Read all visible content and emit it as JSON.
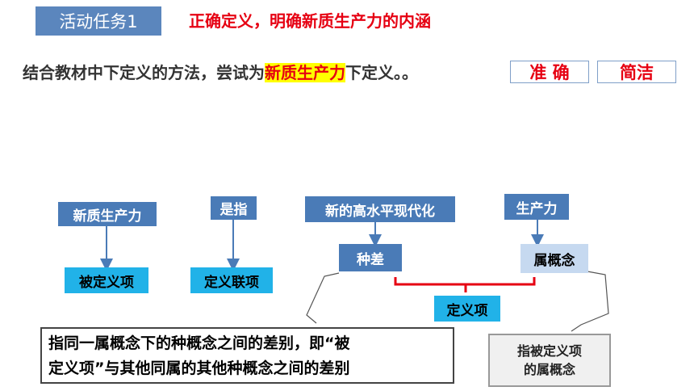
{
  "header": {
    "task_label": "活动任务1",
    "title": "正确定义，明确新质生产力的内涵"
  },
  "intro": {
    "before": "结合教材中下定义的方法，尝试为",
    "highlight": "新质生产力",
    "after": "下定义。。"
  },
  "requirements": [
    "准  确",
    "简洁"
  ],
  "diagram": {
    "top_labels": {
      "new_productivity": "新质生产力",
      "refers_to": "是指",
      "new_modern": "新的高水平现代化",
      "productivity": "生产力"
    },
    "term_labels": {
      "definiendum": "被定义项",
      "connector": "定义联项",
      "differentia": "种差",
      "genus": "属概念",
      "definiens": "定义项"
    },
    "explanations": {
      "differentia_line1": "指同一属概念下的种概念之间的差别，即“被",
      "differentia_line2": "定义项”与其他同属的其他种概念之间的差别",
      "genus_line1": "指被定义项",
      "genus_line2": "的属概念"
    }
  },
  "colors": {
    "header_bg": "#5b86bd",
    "accent_red": "#e60012",
    "highlight_yellow": "#ffff00",
    "node_blue": "#4a7bb7",
    "node_cyan": "#21b2e8",
    "node_pale": "#c6d9f0"
  }
}
